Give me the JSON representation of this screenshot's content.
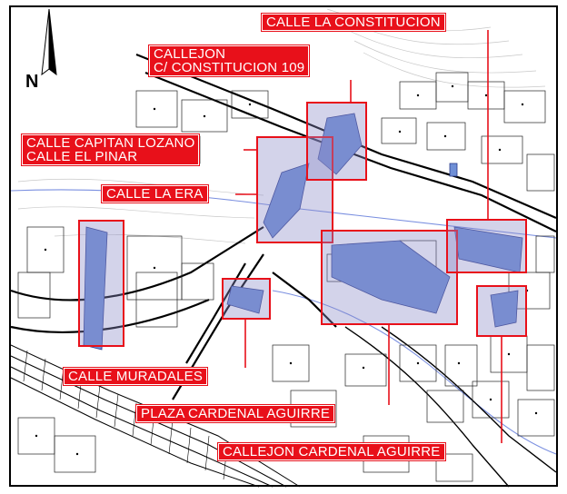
{
  "labels": {
    "constitucion": "CALLE LA CONSTITUCION",
    "callejon_1": "CALLEJON",
    "callejon_2": "C/ CONSTITUCION 109",
    "capitan_lozano": "CALLE CAPITAN LOZANO",
    "el_pinar": "CALLE EL PINAR",
    "la_era": "CALLE LA ERA",
    "muradales": "CALLE MURADALES",
    "plaza_cardenal": "PLAZA CARDENAL AGUIRRE",
    "callejon_cardenal": "CALLEJON CARDENAL AGUIRRE"
  },
  "compass": {
    "letter": "N"
  },
  "colors": {
    "label_bg": "#e8101a",
    "label_text": "#ffffff",
    "zone_fill": "#8c8cc8",
    "zone_border": "#e8101a",
    "building_fill": "#6f8fd6",
    "street_line": "#000000",
    "river": "#7a8fe0"
  }
}
